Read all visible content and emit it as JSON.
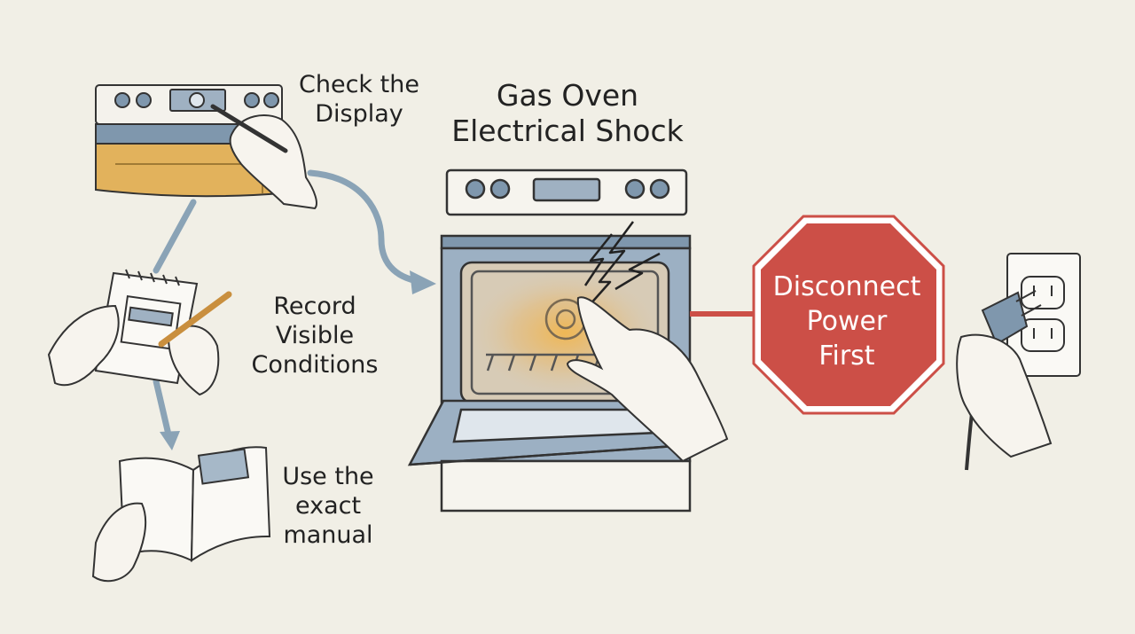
{
  "title": {
    "line1": "Gas Oven",
    "line2": "Electrical Shock"
  },
  "steps": [
    {
      "line1": "Check the",
      "line2": "Display"
    },
    {
      "line1": "Record",
      "line2": "Visible",
      "line3": "Conditions"
    },
    {
      "line1": "Use the",
      "line2": "exact",
      "line3": "manual"
    }
  ],
  "warning_sign": {
    "line1": "Disconnect",
    "line2": "Power",
    "line3": "First"
  },
  "colors": {
    "background": "#f1efe6",
    "stop_red": "#cc4f47",
    "oven_blue": "#7f97ad",
    "arrow_blue": "#8aa3b6",
    "accent_orange": "#e2b25c"
  },
  "icons": [
    "oven-control-panel-icon",
    "notepad-icon",
    "pencil-icon",
    "manual-book-icon",
    "lightning-bolt-icon",
    "stop-sign-icon",
    "wall-outlet-icon",
    "power-plug-icon",
    "hand-icon"
  ]
}
